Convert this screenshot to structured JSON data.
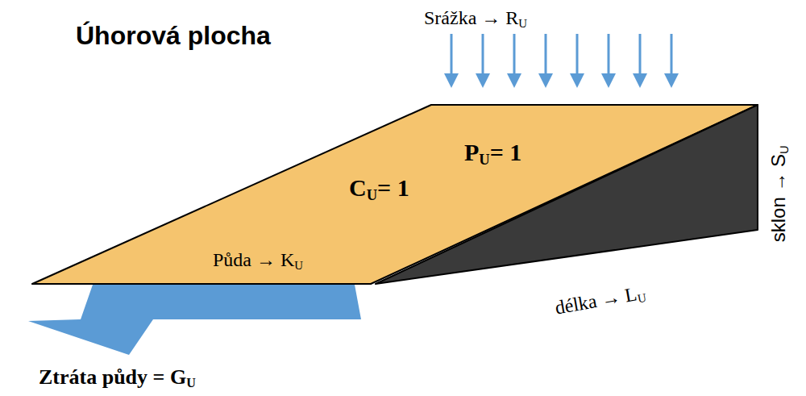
{
  "diagram": {
    "title": "Úhorová plocha",
    "labels": [
      "Srážka → RU",
      "PU= 1",
      "CU= 1",
      "Půda → KU",
      "sklon → SU",
      "délka → LU",
      "Ztráta půdy = GU"
    ]
  }
}
